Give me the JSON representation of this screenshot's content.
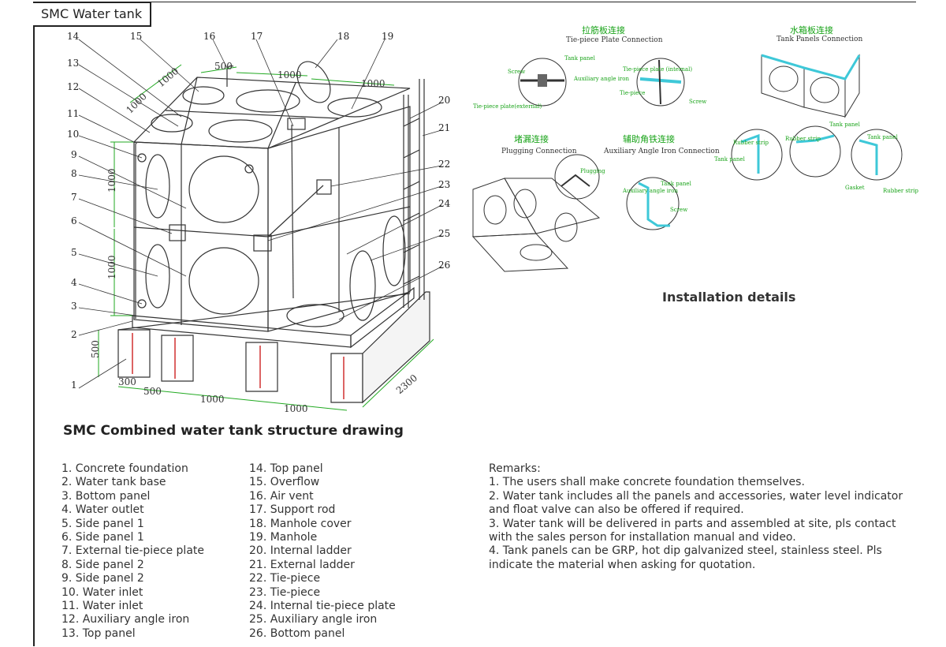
{
  "page": {
    "title": "SMC Water tank",
    "drawing_title": "SMC Combined water tank structure drawing",
    "installation_title": "Installation details"
  },
  "callouts": [
    "1",
    "2",
    "3",
    "4",
    "5",
    "6",
    "7",
    "8",
    "9",
    "10",
    "11",
    "12",
    "13",
    "14",
    "15",
    "16",
    "17",
    "18",
    "19",
    "20",
    "21",
    "22",
    "23",
    "24",
    "25",
    "26"
  ],
  "dimensions": {
    "top_left": "1000",
    "top_left2": "1000",
    "top_500": "500",
    "top_mid": "1000",
    "top_right": "1000",
    "side_upper": "1000",
    "side_lower": "1000",
    "base_height": "500",
    "bottom_300": "300",
    "bottom_500": "500",
    "bottom_1000a": "1000",
    "bottom_1000b": "1000",
    "depth": "2300"
  },
  "details": {
    "tie_piece": {
      "zh": "拉筋板连接",
      "en": "Tie-piece Plate Connection"
    },
    "tank_panels": {
      "zh": "水箱板连接",
      "en": "Tank Panels Connection"
    },
    "plugging": {
      "zh": "堵漏连接",
      "en": "Plugging Connection"
    },
    "auxiliary": {
      "zh": "辅助角铁连接",
      "en": "Auxiliary Angle Iron Connection"
    },
    "labels": {
      "tank_panel": "Tank panel",
      "screw": "Screw",
      "aux_angle_iron": "Auxiliary angle iron",
      "tie_internal": "Tie-piece plate (internal)",
      "tie_external": "Tie-piece plate(external)",
      "tie_piece": "Tie-piece",
      "rubber_strip": "Rubber strip",
      "gasket": "Gasket",
      "plugging": "Plugging"
    }
  },
  "legend": {
    "col1": [
      "1. Concrete foundation",
      "2. Water tank base",
      "3. Bottom panel",
      "4. Water outlet",
      "5. Side panel 1",
      "6. Side panel 1",
      "7. External tie-piece plate",
      "8. Side panel 2",
      "9. Side panel 2",
      "10. Water inlet",
      "11. Water inlet",
      "12. Auxiliary angle iron",
      "13. Top panel"
    ],
    "col2": [
      "14. Top panel",
      "15. Overflow",
      "16. Air vent",
      "17. Support rod",
      "18. Manhole cover",
      "19. Manhole",
      "20. Internal ladder",
      "21. External ladder",
      "22. Tie-piece",
      "23. Tie-piece",
      "24. Internal tie-piece plate",
      "25. Auxiliary angle iron",
      "26. Bottom panel"
    ]
  },
  "remarks": {
    "heading": "Remarks:",
    "items": [
      "1. The users shall make concrete foundation themselves.",
      "2. Water tank includes all the panels and accessories, water level indicator and float valve can also be offered if required.",
      "3. Water tank will be delivered in parts and assembled at site, pls contact with the sales person for installation manual and video.",
      "4. Tank panels can be GRP, hot dip galvanized steel, stainless steel. Pls indicate the material when asking for quotation."
    ]
  },
  "colors": {
    "dimension_line": "#22aa22",
    "detail_label": "#18a318",
    "highlight": "#3ec8d8",
    "foundation_mark": "#cc2222"
  }
}
